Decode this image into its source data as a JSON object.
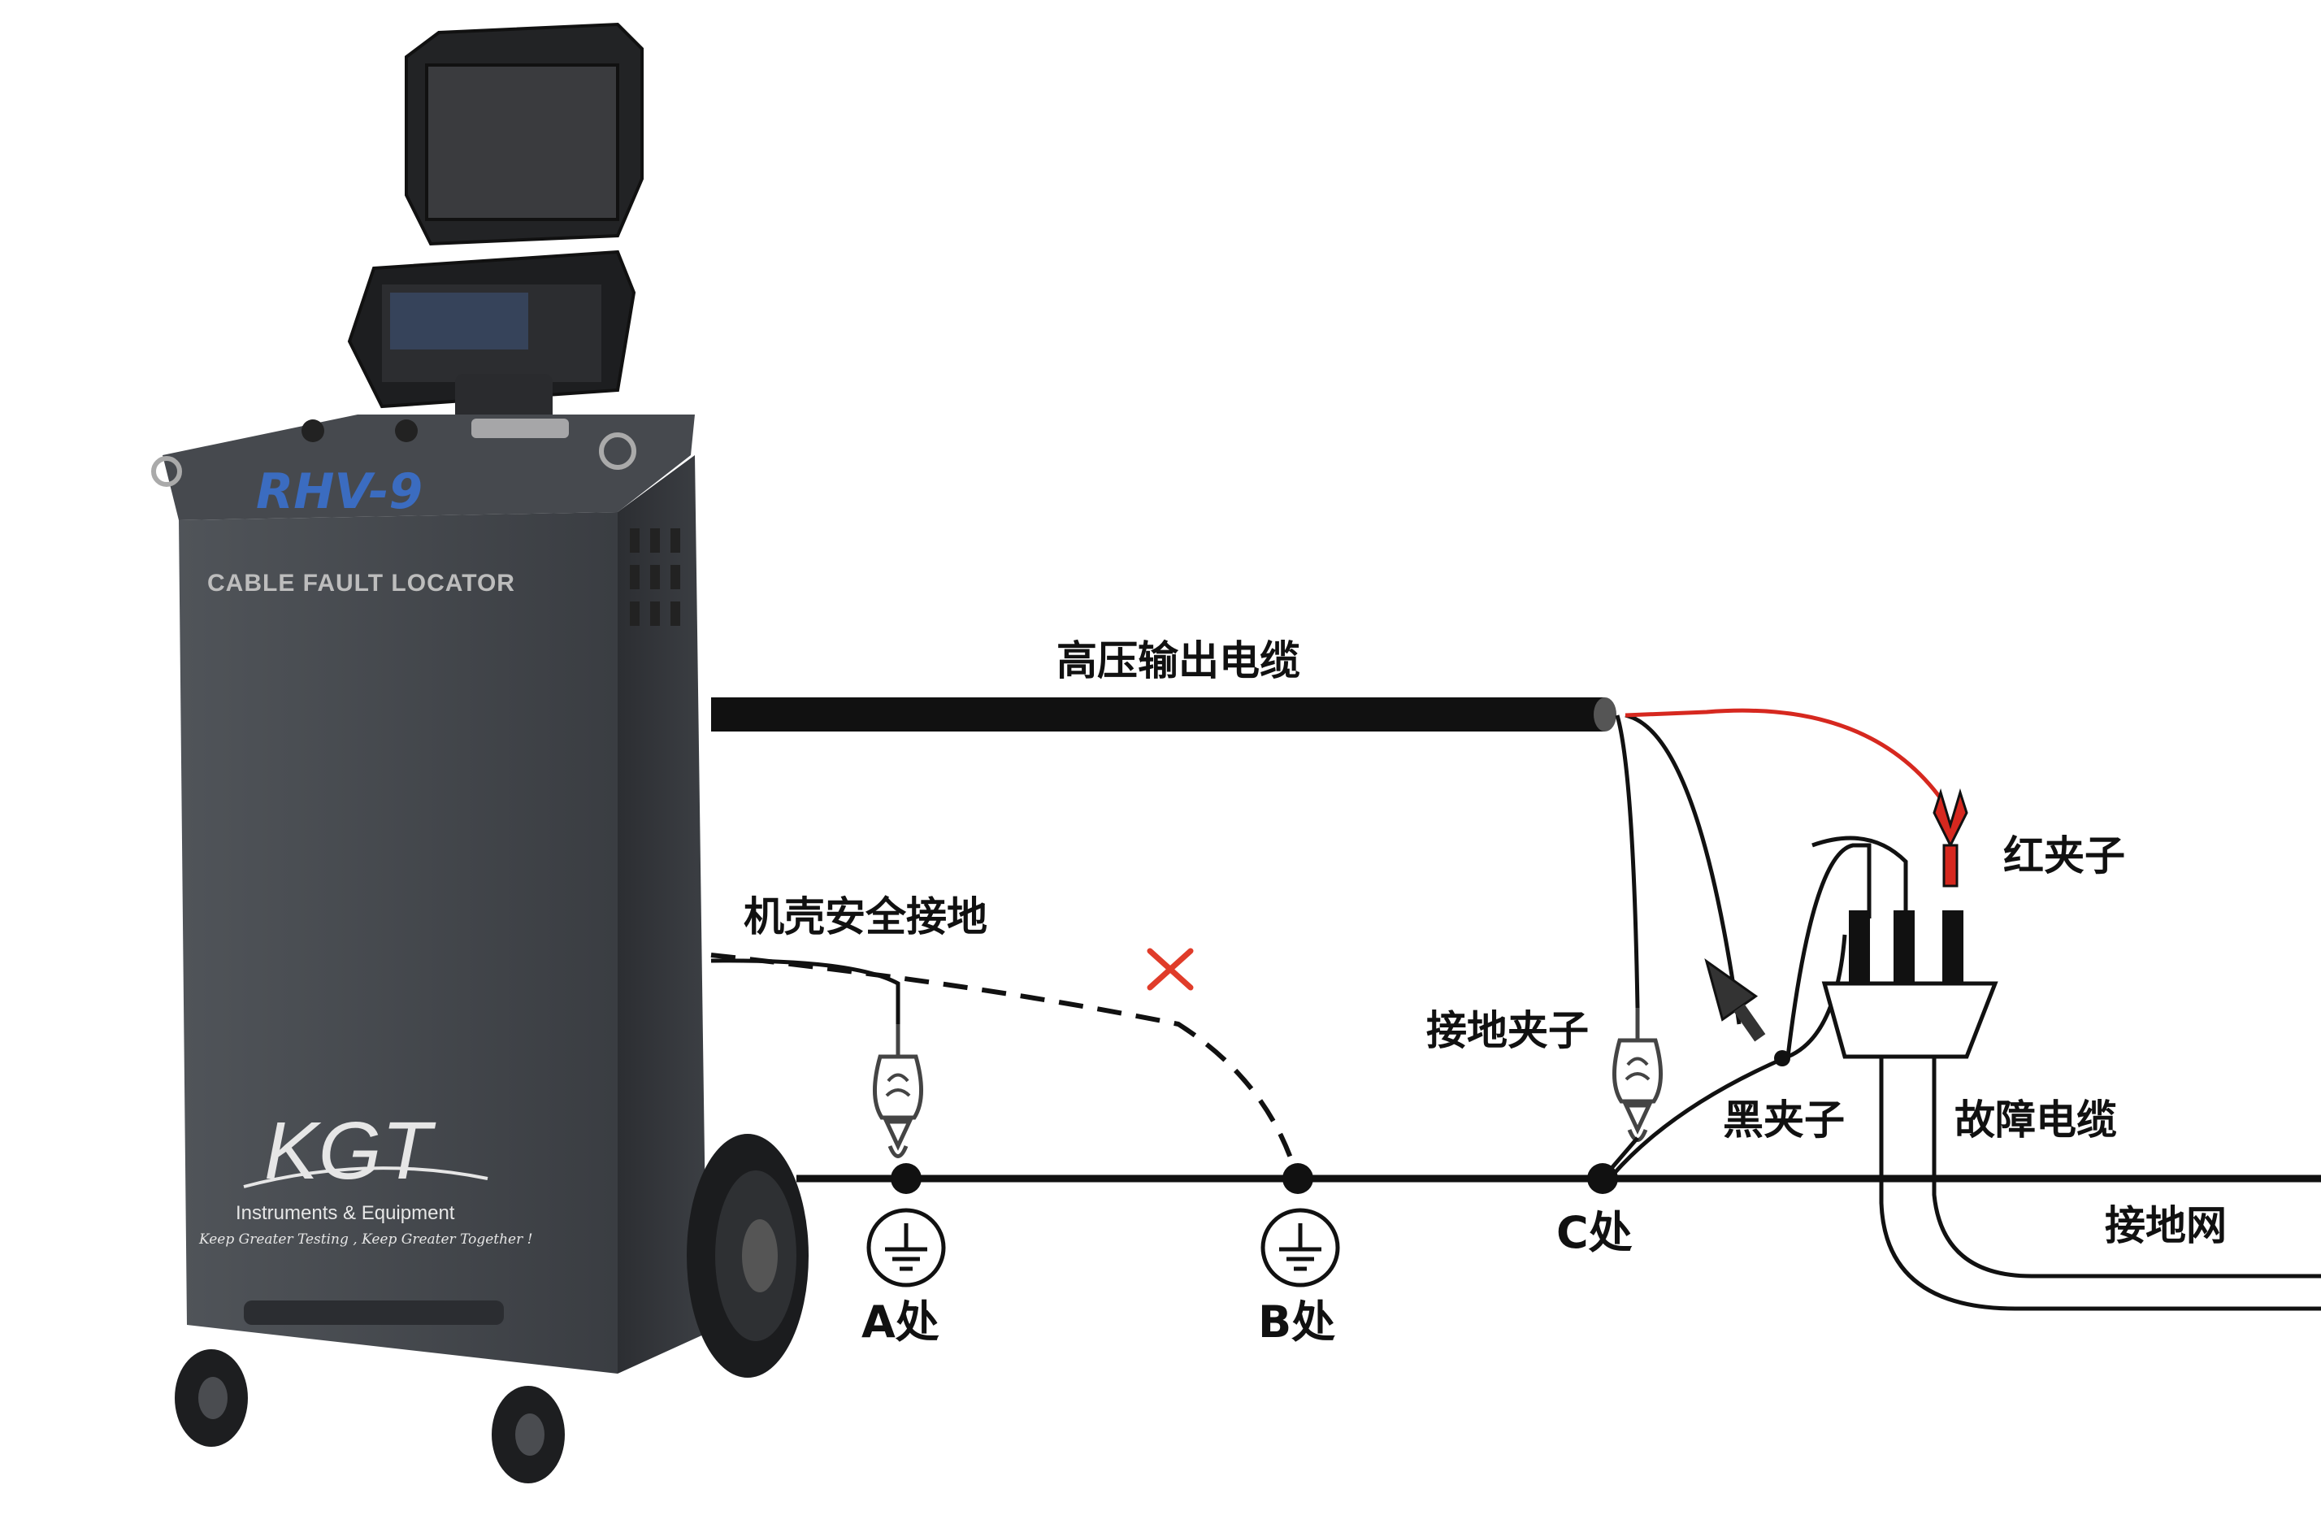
{
  "device": {
    "model": "RHV-9",
    "subtitle": "CABLE FAULT LOCATOR",
    "logo": "KGT",
    "company": "Instruments & Equipment",
    "slogan": "Keep Greater Testing , Keep Greater Together !"
  },
  "labels": {
    "hv_output_cable": "高压输出电缆",
    "chassis_ground": "机壳安全接地",
    "ground_clip": "接地夹子",
    "black_clip": "黑夹子",
    "red_clip": "红夹子",
    "faulty_cable": "故障电缆",
    "ground_grid": "接地网",
    "point_a": "A处",
    "point_b": "B处",
    "point_c": "C处"
  },
  "colors": {
    "cable": "#111111",
    "red_lead": "#d6281f",
    "cross_mark": "#e03c2a",
    "device_body": "#3a3d42"
  },
  "icons": {
    "ground_symbol": "earth-ground-icon",
    "cross_mark": "x-mark-icon"
  }
}
